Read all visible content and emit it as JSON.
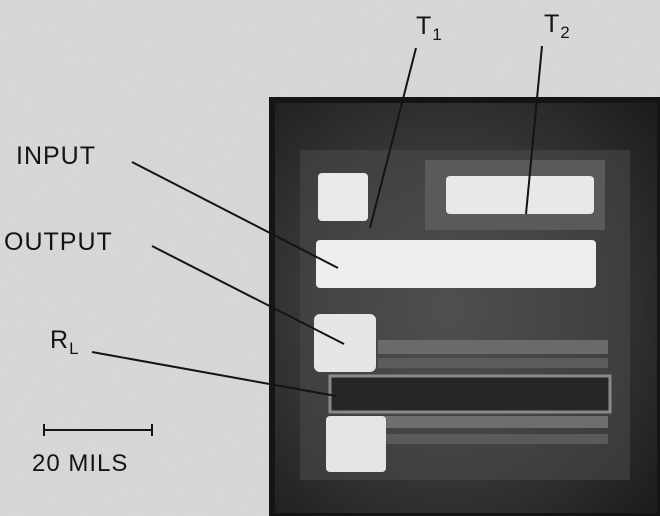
{
  "labels": {
    "t1": {
      "main": "T",
      "sub": "1"
    },
    "t2": {
      "main": "T",
      "sub": "2"
    },
    "input": "INPUT",
    "output": "OUTPUT",
    "rl": {
      "main": "R",
      "sub": "L"
    }
  },
  "scale_bar": {
    "label": "20 MILS"
  },
  "colors": {
    "background": "#d9d9d9",
    "chip": "#3a3a3a",
    "pad": "#e6e6e6",
    "ink": "#141414"
  }
}
